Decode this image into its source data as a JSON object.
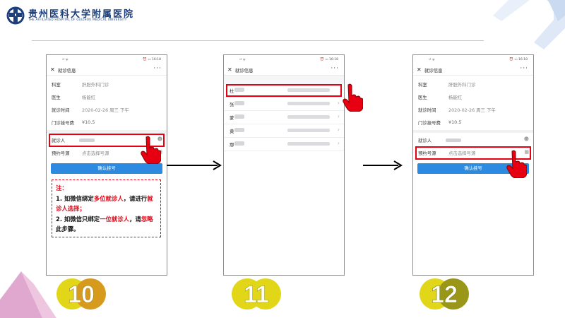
{
  "header": {
    "title": "贵州医科大学附属医院",
    "subtitle": "THE AFFILIATED HOSPITAL OF GUIZHOU MEDICAL UNIVERSITY"
  },
  "status": {
    "signal": "ᵃˡˡ ᯤ",
    "time": "16:18"
  },
  "nav": {
    "close": "✕",
    "title": "就诊信息",
    "more": "···"
  },
  "info": {
    "dept_label": "科室",
    "dept_value": "肝胆外科门诊",
    "doctor_label": "医生",
    "doctor_value": "杨能红",
    "time_label": "就诊时间",
    "time_value": "2020-02-26 周三 下午",
    "fee_label": "门诊挂号费",
    "fee_value": "¥10.5"
  },
  "form": {
    "patient_label": "就诊人",
    "source_label": "预约号源",
    "source_placeholder": "点击选择号源",
    "confirm_label": "确认挂号"
  },
  "note": {
    "title": "注：",
    "l1a": "1. 如微信绑定",
    "l1b": "多位就诊人",
    "l1c": "，请进行",
    "l1d": "就诊人选择；",
    "l2a": "2. 如微信只绑定",
    "l2b": "一位就诊人",
    "l2c": "，请",
    "l2d": "忽略",
    "l2e": "此步骤。"
  },
  "contacts": [
    {
      "initial": "杜"
    },
    {
      "initial": "张"
    },
    {
      "initial": "蒙"
    },
    {
      "initial": "黄"
    },
    {
      "initial": "鄢"
    }
  ],
  "steps": [
    "10",
    "11",
    "12"
  ],
  "colors": {
    "accent_blue": "#2c8be0",
    "highlight_red": "#e60012",
    "step_yellow": "#e2d619",
    "step_orange": "#d69a1c",
    "step_olive": "#9a9618"
  }
}
